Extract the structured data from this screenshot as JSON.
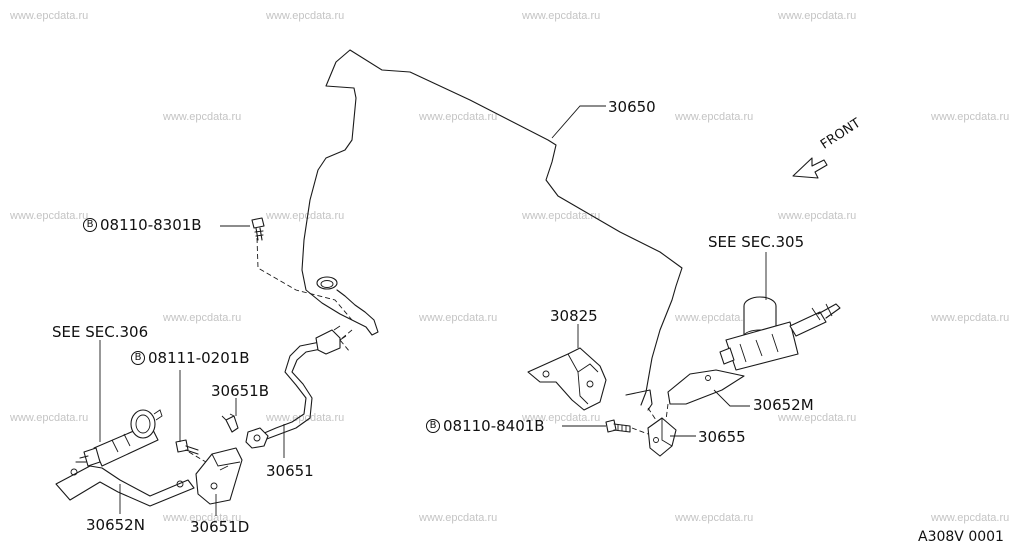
{
  "watermark": "www.epcdata.ru",
  "diagram_code": "A308V 0001",
  "front": {
    "label": "FRONT"
  },
  "callouts": {
    "pipe_main": "30650",
    "bolt_upper_marker": "B",
    "bolt_upper": "08110-8301B",
    "see_sec_306": "SEE SEC.306",
    "bolt_left_marker": "B",
    "bolt_left": "08111-0201B",
    "clip_30651b": "30651B",
    "hose_30651": "30651",
    "bracket_30652n": "30652N",
    "bracket_30651d": "30651D",
    "bracket_30825": "30825",
    "see_sec_305": "SEE SEC.305",
    "bracket_30652m": "30652M",
    "bolt_right_marker": "B",
    "bolt_right": "08110-8401B",
    "bracket_30655": "30655"
  }
}
